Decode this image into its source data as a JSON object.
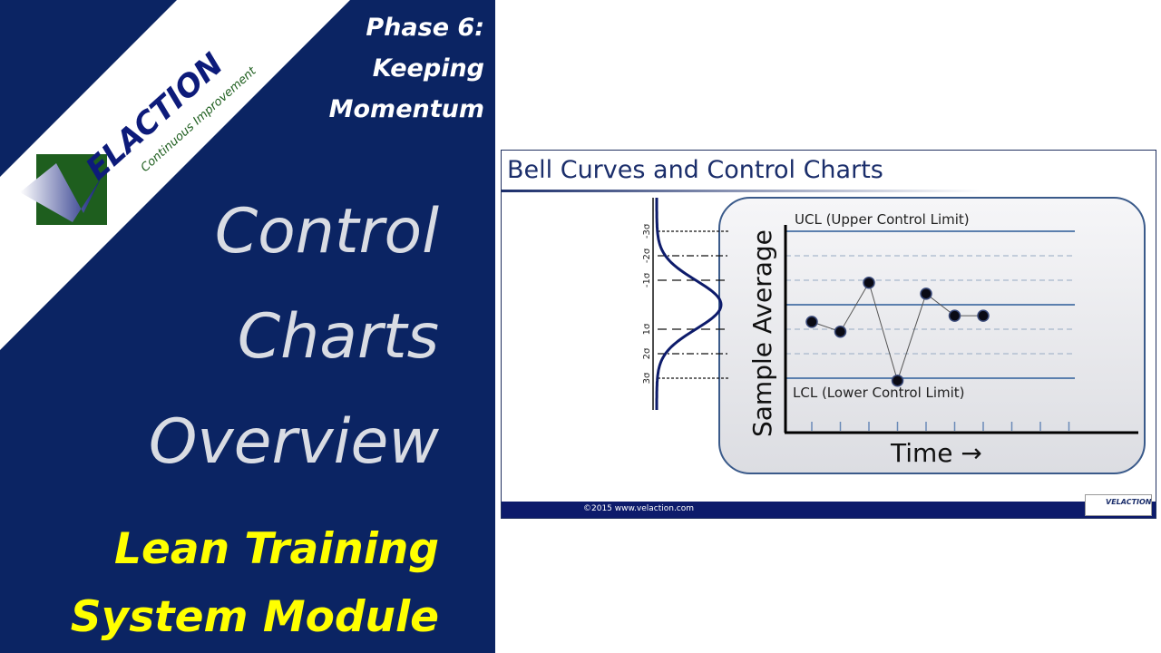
{
  "brand": {
    "logo_text": "VELACTION",
    "logo_tagline": "Continuous Improvement",
    "colors": {
      "navy": "#0b2463",
      "green": "#1e5e1e",
      "yellow": "#ffff00"
    }
  },
  "phase": {
    "line1": "Phase 6:",
    "line2": "Keeping",
    "line3": "Momentum"
  },
  "title": {
    "line1": "Control",
    "line2": "Charts",
    "line3": "Overview"
  },
  "subtitle": {
    "line1": "Lean Training",
    "line2": "System Module"
  },
  "slide": {
    "title": "Bell Curves and Control Charts",
    "footer": "©2015 www.velaction.com",
    "footer_logo": "VELACTION",
    "ucl_label": "UCL (Upper Control Limit)",
    "lcl_label": "LCL (Lower Control Limit)",
    "ylabel": "Sample Average",
    "xlabel": "Time →",
    "sigma_labels": [
      "-3σ",
      "-2σ",
      "-1σ",
      "1σ",
      "2σ",
      "3σ"
    ]
  },
  "chart_data": {
    "type": "line",
    "xlabel": "Time →",
    "ylabel": "Sample Average",
    "x": [
      1,
      2,
      3,
      4,
      5,
      6,
      7
    ],
    "values": [
      -0.7,
      -1.1,
      0.9,
      -3.1,
      0.45,
      -0.45,
      -0.45
    ],
    "control_limits": {
      "ucl": 3,
      "center": 0,
      "lcl": -3
    },
    "tick_count": 10
  }
}
